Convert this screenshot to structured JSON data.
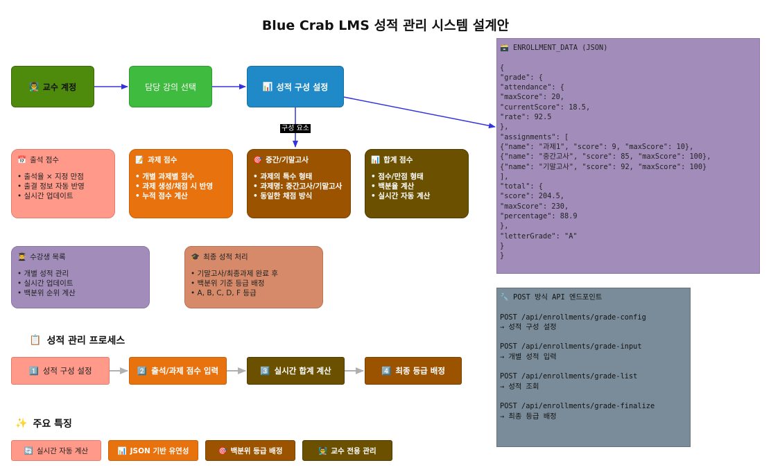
{
  "title": "Blue Crab LMS 성적 관리 시스템 설계안",
  "flow": [
    {
      "label": "교수 계정",
      "icon": "👨‍🏫",
      "icon_name": "professor-icon",
      "fill": "#4e8a0c"
    },
    {
      "label": "담당 강의 선택",
      "fill": "#3fbb3f"
    },
    {
      "label": "성적 구성 설정",
      "icon": "📊",
      "icon_name": "bar-chart-icon",
      "fill": "#1f8ac7"
    }
  ],
  "edge_label": "구성 요소",
  "components": [
    {
      "title": "출석 점수",
      "icon": "📅",
      "icon_name": "calendar-icon",
      "fill": "#ff9a8a",
      "items": [
        "• 출석율 × 지정 만점",
        "• 출결 정보 자동 반영",
        "• 실시간 업데이트"
      ]
    },
    {
      "title": "과제 점수",
      "icon": "📝",
      "icon_name": "memo-icon",
      "fill": "#e8720e",
      "items": [
        "• 개별 과제별 점수",
        "• 과제 생성/채점 시 반영",
        "• 누적 점수 계산"
      ]
    },
    {
      "title": "중간/기말고사",
      "icon": "🎯",
      "icon_name": "target-icon",
      "fill": "#9c5300",
      "items": [
        "• 과제의 특수 형태",
        "• 과제명: 중간고사/기말고사",
        "• 동일한 채점 방식"
      ]
    },
    {
      "title": "합계 점수",
      "icon": "📊",
      "icon_name": "bar-chart-icon",
      "fill": "#6b5000",
      "items": [
        "• 점수/만점 형태",
        "• 백분율 계산",
        "• 실시간 자동 계산"
      ]
    }
  ],
  "students": {
    "title": "수강생 목록",
    "icon": "👨‍🎓",
    "icon_name": "student-icon",
    "fill": "#a28dba",
    "items": [
      "• 개별 성적 관리",
      "• 실시간 업데이트",
      "• 백분위 순위 계산"
    ]
  },
  "final": {
    "title": "최종 성적 처리",
    "icon": "🎓",
    "icon_name": "graduation-cap-icon",
    "fill": "#d68a6a",
    "items": [
      "• 기말고사/최종과제 완료 후",
      "• 백분위 기준 등급 배정",
      "• A, B, C, D, F 등급"
    ]
  },
  "process": {
    "title": "성적 관리 프로세스",
    "icon": "📋",
    "icon_name": "clipboard-icon",
    "steps": [
      {
        "num": "1️⃣",
        "label": "성적 구성 설정",
        "fill": "#ff9a8a"
      },
      {
        "num": "2️⃣",
        "label": "출석/과제 점수 입력",
        "fill": "#e8720e"
      },
      {
        "num": "3️⃣",
        "label": "실시간 합계 계산",
        "fill": "#6b5000"
      },
      {
        "num": "4️⃣",
        "label": "최종 등급 배정",
        "fill": "#9c5300"
      }
    ]
  },
  "features": {
    "title": "주요 특징",
    "icon": "✨",
    "icon_name": "sparkles-icon",
    "items": [
      {
        "icon": "🔄",
        "icon_name": "refresh-icon",
        "label": "실시간 자동 계산",
        "fill": "#ff9a8a"
      },
      {
        "icon": "📊",
        "icon_name": "bar-chart-icon",
        "label": "JSON 기반 유연성",
        "fill": "#e8720e"
      },
      {
        "icon": "🎯",
        "icon_name": "target-icon",
        "label": "백분위 등급 배정",
        "fill": "#9c5300"
      },
      {
        "icon": "👨‍🏫",
        "icon_name": "professor-icon",
        "label": "교수 전용 관리",
        "fill": "#6b5000"
      }
    ]
  },
  "json_box": {
    "title": "ENROLLMENT_DATA (JSON)",
    "icon": "🗃️",
    "icon_name": "file-box-icon",
    "fill": "#a28dba",
    "lines": [
      "{",
      "\"grade\": {",
      "\"attendance\": {",
      "\"maxScore\": 20,",
      "\"currentScore\": 18.5,",
      "\"rate\": 92.5",
      "},",
      "\"assignments\": [",
      "{\"name\": \"과제1\", \"score\": 9, \"maxScore\": 10},",
      "{\"name\": \"중간고사\", \"score\": 85, \"maxScore\": 100},",
      "{\"name\": \"기말고사\", \"score\": 92, \"maxScore\": 100}",
      "],",
      "\"total\": {",
      "\"score\": 204.5,",
      "\"maxScore\": 230,",
      "\"percentage\": 88.9",
      "},",
      "\"letterGrade\": \"A\"",
      "}",
      "}"
    ]
  },
  "api_box": {
    "title": "POST 방식 API 엔드포인트",
    "icon": "🔧",
    "icon_name": "wrench-icon",
    "fill": "#7a8c99",
    "lines": [
      "POST /api/enrollments/grade-config",
      "→ 성적 구성 설정",
      "",
      "POST /api/enrollments/grade-input",
      "→ 개별 성적 입력",
      "",
      "POST /api/enrollments/grade-list",
      "→ 성적 조회",
      "",
      "POST /api/enrollments/grade-finalize",
      "→ 최종 등급 배정"
    ]
  },
  "colors": {
    "arrow": "#3333dd",
    "process_arrow": "#b0b0b0"
  }
}
